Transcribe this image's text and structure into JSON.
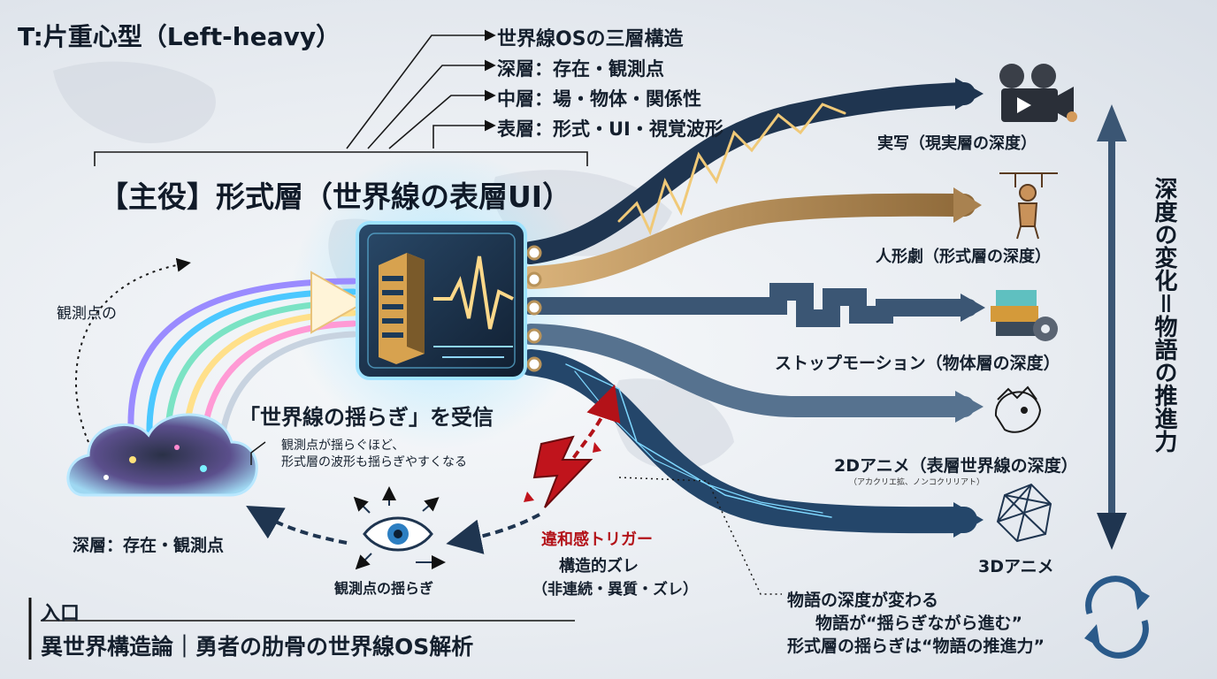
{
  "title_tag": "T:片重心型（Left-heavy）",
  "hierarchy": {
    "title": "世界線OSの三層構造",
    "items": [
      "深層：存在・観測点",
      "中層：場・物体・関係性",
      "表層：形式・UI・視覚波形"
    ]
  },
  "main_role": "【主役】形式層（世界線の表層UI）",
  "receive_label": "「世界線の揺らぎ」を受信",
  "note_left": [
    "観測点が揺らぐほど、",
    "形式層の波形も揺らぎやすくなる"
  ],
  "observation_point": "観測点の",
  "deep_layer_label": "深層：存在・観測点",
  "observation_shake": "観測点の揺らぎ",
  "trigger": {
    "title": "違和感トリガー",
    "sub1": "構造的ズレ",
    "sub2": "（非連続・異質・ズレ）"
  },
  "entrance": "入口",
  "bottom_title": "異世界構造論｜勇者の肋骨の世界線OS解析",
  "outputs": [
    {
      "label": "実写（現実層の深度）",
      "icon": "film-camera-icon"
    },
    {
      "label": "人形劇（形式層の深度）",
      "icon": "puppet-icon"
    },
    {
      "label": "ストップモーション（物体層の深度）",
      "icon": "blocks-gear-icon"
    },
    {
      "label": "2Dアニメ（表層世界線の深度）",
      "sub": "（アカクリエ拡、ノンコクリリアト）",
      "icon": "anime-face-icon"
    },
    {
      "label": "3Dアニメ",
      "icon": "wireframe-icon"
    }
  ],
  "conclusion": [
    "物語の深度が変わる",
    "物語が“揺らぎながら進む”",
    "形式層の揺らぎは“物語の推進力”"
  ],
  "vertical_label": "深度の変化＝物語の推進力",
  "colors": {
    "dark_navy": "#1f3550",
    "gold": "#b8935a",
    "red": "#b31218",
    "cyan": "#56d6ff"
  }
}
